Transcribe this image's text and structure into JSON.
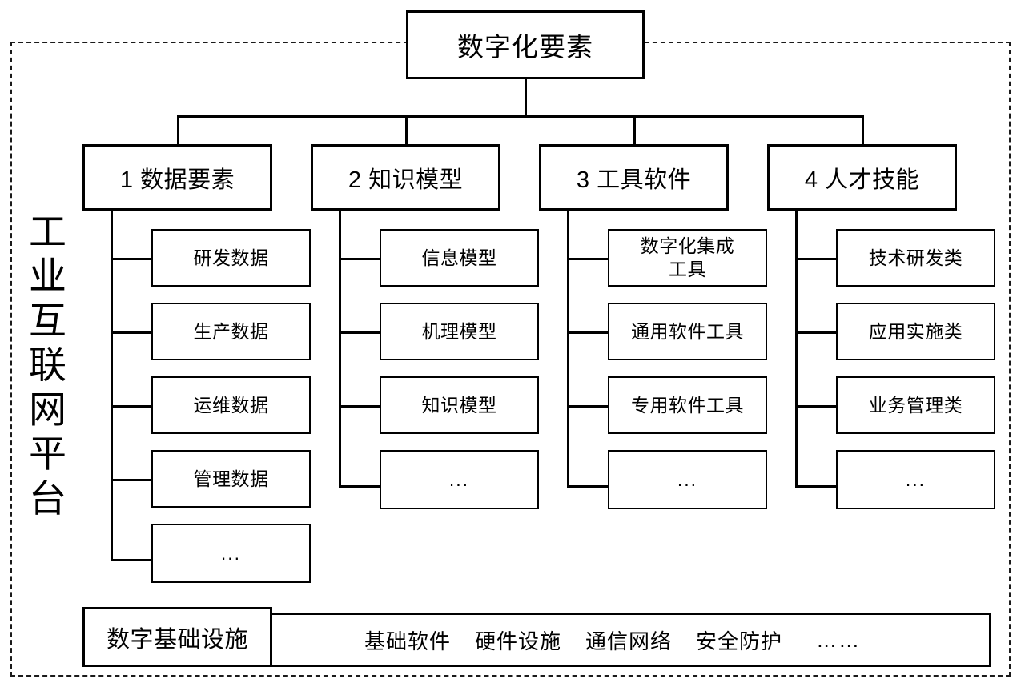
{
  "diagram": {
    "root": {
      "label": "数字化要素"
    },
    "platform_label": "工\n业\n互\n联\n网\n平\n台",
    "categories": [
      {
        "label": "1 数据要素",
        "children": [
          {
            "label": "研发数据"
          },
          {
            "label": "生产数据"
          },
          {
            "label": "运维数据"
          },
          {
            "label": "管理数据"
          },
          {
            "label": "..."
          }
        ]
      },
      {
        "label": "2 知识模型",
        "children": [
          {
            "label": "信息模型"
          },
          {
            "label": "机理模型"
          },
          {
            "label": "知识模型"
          },
          {
            "label": "..."
          }
        ]
      },
      {
        "label": "3 工具软件",
        "children": [
          {
            "label": "数字化集成\n工具"
          },
          {
            "label": "通用软件工具"
          },
          {
            "label": "专用软件工具"
          },
          {
            "label": "..."
          }
        ]
      },
      {
        "label": "4 人才技能",
        "children": [
          {
            "label": "技术研发类"
          },
          {
            "label": "应用实施类"
          },
          {
            "label": "业务管理类"
          },
          {
            "label": "..."
          }
        ]
      }
    ],
    "infrastructure": {
      "label": "数字基础设施",
      "items": [
        "基础软件",
        "硬件设施",
        "通信网络",
        "安全防护"
      ],
      "more": "……"
    },
    "colors": {
      "line": "#000000",
      "background": "#ffffff",
      "frame": "#1a1a1a"
    }
  }
}
